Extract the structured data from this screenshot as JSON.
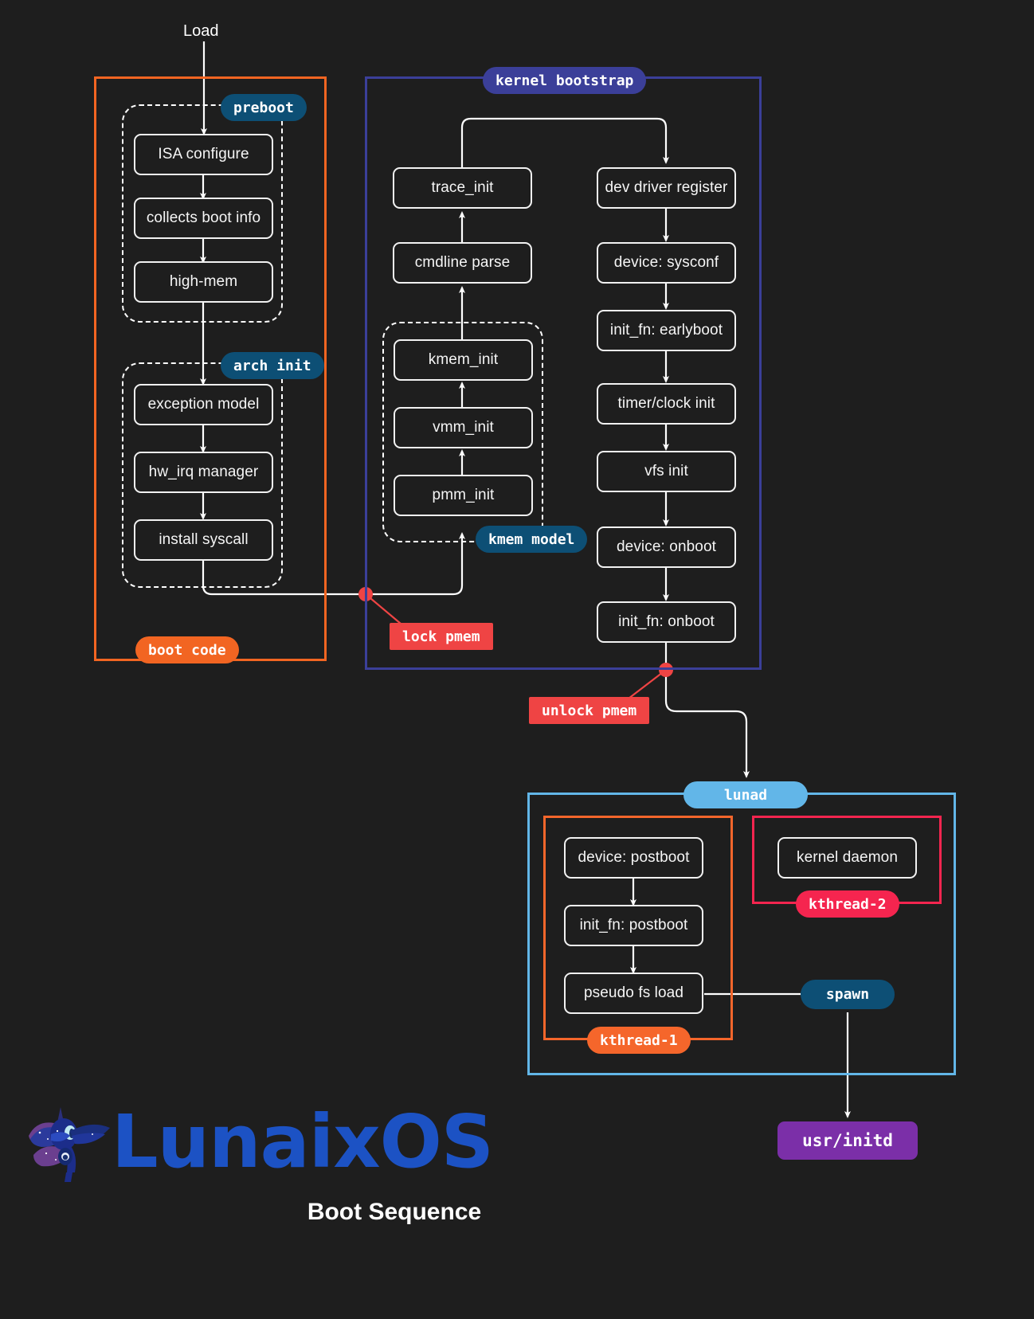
{
  "diagram": {
    "entry_label": "Load",
    "title": "Boot Sequence",
    "brand": "LunaixOS",
    "groups": {
      "boot_code": {
        "label": "boot code",
        "color": "#f26522"
      },
      "kernel_bootstrap": {
        "label": "kernel bootstrap",
        "color": "#3b3f99"
      },
      "preboot": {
        "label": "preboot",
        "color": "#0d4f75"
      },
      "arch_init": {
        "label": "arch init",
        "color": "#0d4f75"
      },
      "kmem_model": {
        "label": "kmem model",
        "color": "#0d4f75"
      },
      "lunad": {
        "label": "lunad",
        "color": "#62b6e8"
      },
      "kthread_1": {
        "label": "kthread-1",
        "color": "#f5662b"
      },
      "kthread_2": {
        "label": "kthread-2",
        "color": "#f5254f"
      }
    },
    "markers": [
      {
        "id": "lock-pmem",
        "label": "lock pmem",
        "color": "#ef4444"
      },
      {
        "id": "unlock-pmem",
        "label": "unlock pmem",
        "color": "#ef4444"
      }
    ],
    "nodes": {
      "preboot": [
        {
          "id": "isa-configure",
          "label": "ISA configure"
        },
        {
          "id": "collects-boot-info",
          "label": "collects boot info"
        },
        {
          "id": "high-mem",
          "label": "high-mem"
        }
      ],
      "arch_init": [
        {
          "id": "exception-model",
          "label": "exception model"
        },
        {
          "id": "hw-irq-manager",
          "label": "hw_irq manager"
        },
        {
          "id": "install-syscall",
          "label": "install syscall"
        }
      ],
      "kmem_model": [
        {
          "id": "kmem-init",
          "label": "kmem_init"
        },
        {
          "id": "vmm-init",
          "label": "vmm_init"
        },
        {
          "id": "pmm-init",
          "label": "pmm_init"
        }
      ],
      "kernel_left": [
        {
          "id": "trace-init",
          "label": "trace_init"
        },
        {
          "id": "cmdline-parse",
          "label": "cmdline parse"
        }
      ],
      "kernel_right": [
        {
          "id": "dev-driver-register",
          "label": "dev driver register"
        },
        {
          "id": "device-sysconf",
          "label": "device: sysconf"
        },
        {
          "id": "init-fn-earlyboot",
          "label": "init_fn: earlyboot"
        },
        {
          "id": "timer-clock-init",
          "label": "timer/clock init"
        },
        {
          "id": "vfs-init",
          "label": "vfs init"
        },
        {
          "id": "device-onboot",
          "label": "device: onboot"
        },
        {
          "id": "init-fn-onboot",
          "label": "init_fn: onboot"
        }
      ],
      "kthread_1": [
        {
          "id": "device-postboot",
          "label": "device: postboot"
        },
        {
          "id": "init-fn-postboot",
          "label": "init_fn: postboot"
        },
        {
          "id": "pseudo-fs-load",
          "label": "pseudo fs load"
        }
      ],
      "kthread_2": [
        {
          "id": "kernel-daemon",
          "label": "kernel daemon"
        }
      ]
    },
    "terminal": {
      "spawn": {
        "label": "spawn",
        "color": "#0d4f75"
      },
      "initd": {
        "label": "usr/initd",
        "color": "#7b2fa8"
      }
    }
  }
}
